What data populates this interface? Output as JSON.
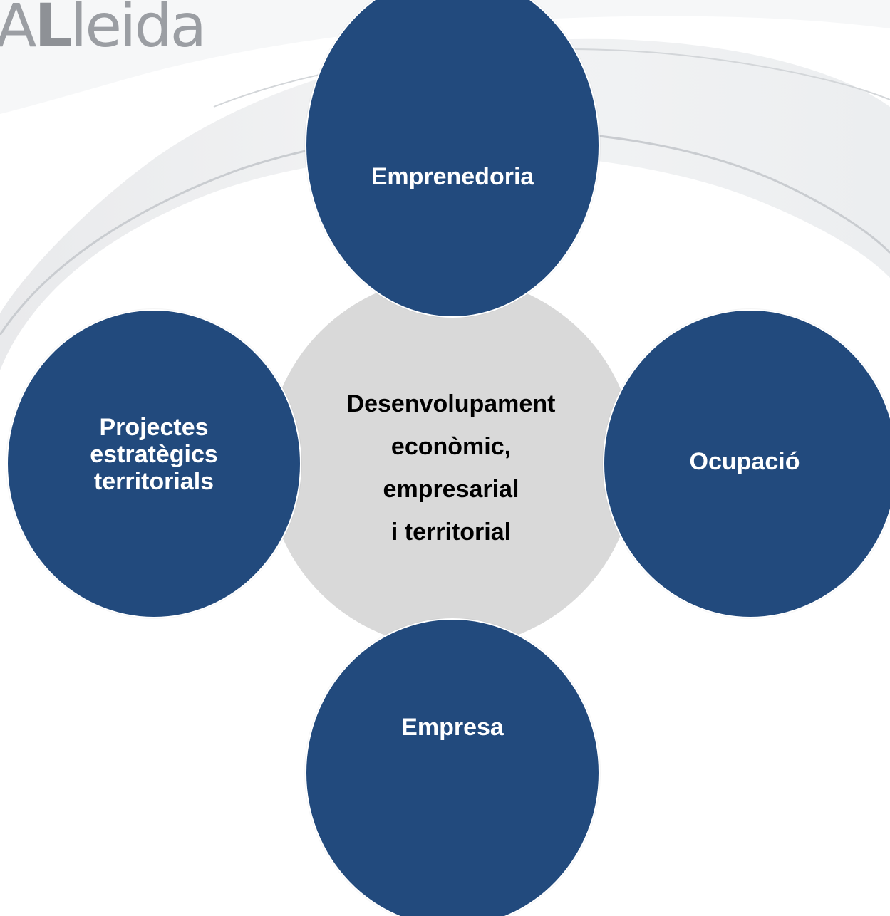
{
  "logo": {
    "prefix": "A",
    "brand_bold": "L",
    "brand_rest": "leida"
  },
  "diagram": {
    "center": {
      "lines": [
        "Desenvolupament",
        "econòmic,",
        "empresarial",
        "i territorial"
      ]
    },
    "satellites": {
      "top": {
        "lines": [
          "Emprenedoria"
        ]
      },
      "left": {
        "lines": [
          "Projectes",
          "estratègics",
          "territorials"
        ]
      },
      "right": {
        "lines": [
          "Ocupació"
        ]
      },
      "bottom": {
        "lines": [
          "Empresa"
        ]
      }
    }
  },
  "colors": {
    "satellite_fill": "#224a7d",
    "center_fill": "#d9d9d9",
    "satellite_text": "#ffffff",
    "center_text": "#000000",
    "logo_gray": "#9b9ea3"
  }
}
